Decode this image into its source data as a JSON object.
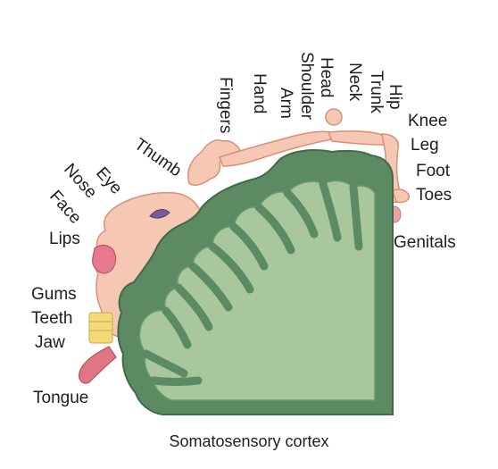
{
  "caption": "Somatosensory cortex",
  "labels": {
    "hip": "Hip",
    "trunk": "Trunk",
    "neck": "Neck",
    "head": "Head",
    "shoulder": "Shoulder",
    "arm": "Arm",
    "hand": "Hand",
    "fingers": "Fingers",
    "thumb": "Thumb",
    "eye": "Eye",
    "nose": "Nose",
    "face": "Face",
    "lips": "Lips",
    "gums": "Gums",
    "teeth": "Teeth",
    "jaw": "Jaw",
    "tongue": "Tongue",
    "knee": "Knee",
    "leg": "Leg",
    "foot": "Foot",
    "toes": "Toes",
    "genitals": "Genitals"
  },
  "colors": {
    "cortex_outer": "#5b8a63",
    "cortex_inner": "#a9c79c",
    "skin": "#f6c8b3",
    "lips": "#e57a8e",
    "teeth": "#f4d97a",
    "tongue": "#e07684"
  }
}
